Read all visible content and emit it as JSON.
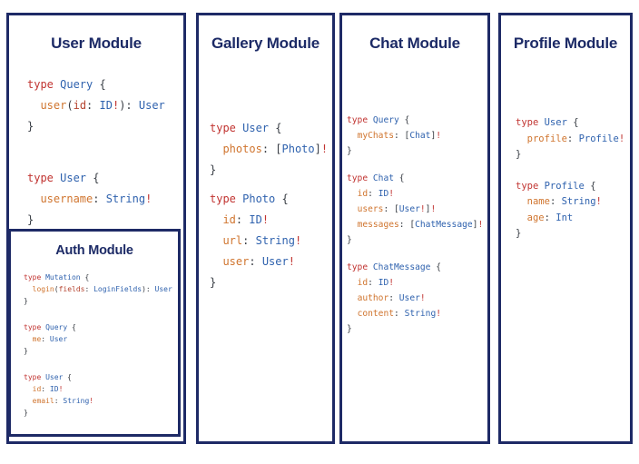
{
  "page": {
    "background": "#ffffff",
    "border_color": "#1e2a66",
    "title_color": "#1c2a66"
  },
  "syntax_colors": {
    "keyword": "#c13431",
    "type_name": "#2f62ae",
    "field_name": "#d0752f",
    "argument_name": "#b5432f",
    "punctuation": "#383d44",
    "non_null_bang": "#c13431"
  },
  "modules": [
    {
      "id": "user",
      "title": "User Module",
      "blocks": [
        [
          [
            [
              "k",
              "type "
            ],
            [
              "t",
              "Query"
            ],
            [
              "p",
              " {"
            ]
          ],
          [
            [
              "p",
              "  "
            ],
            [
              "f",
              "user"
            ],
            [
              "p",
              "("
            ],
            [
              "a",
              "id"
            ],
            [
              "p",
              ": "
            ],
            [
              "t",
              "ID"
            ],
            [
              "e",
              "!"
            ],
            [
              "p",
              "): "
            ],
            [
              "t",
              "User"
            ]
          ],
          [
            [
              "p",
              "}"
            ]
          ]
        ],
        [
          [
            [
              "k",
              "type "
            ],
            [
              "t",
              "User"
            ],
            [
              "p",
              " {"
            ]
          ],
          [
            [
              "p",
              "  "
            ],
            [
              "f",
              "username"
            ],
            [
              "p",
              ": "
            ],
            [
              "t",
              "String"
            ],
            [
              "e",
              "!"
            ]
          ],
          [
            [
              "p",
              "}"
            ]
          ]
        ]
      ]
    },
    {
      "id": "auth",
      "title": "Auth Module",
      "blocks": [
        [
          [
            [
              "k",
              "type "
            ],
            [
              "t",
              "Mutation"
            ],
            [
              "p",
              " {"
            ]
          ],
          [
            [
              "p",
              "  "
            ],
            [
              "f",
              "login"
            ],
            [
              "p",
              "("
            ],
            [
              "a",
              "fields"
            ],
            [
              "p",
              ": "
            ],
            [
              "t",
              "LoginFields"
            ],
            [
              "p",
              "): "
            ],
            [
              "t",
              "User"
            ]
          ],
          [
            [
              "p",
              "}"
            ]
          ]
        ],
        [
          [
            [
              "k",
              "type "
            ],
            [
              "t",
              "Query"
            ],
            [
              "p",
              " {"
            ]
          ],
          [
            [
              "p",
              "  "
            ],
            [
              "f",
              "me"
            ],
            [
              "p",
              ": "
            ],
            [
              "t",
              "User"
            ]
          ],
          [
            [
              "p",
              "}"
            ]
          ]
        ],
        [
          [
            [
              "k",
              "type "
            ],
            [
              "t",
              "User"
            ],
            [
              "p",
              " {"
            ]
          ],
          [
            [
              "p",
              "  "
            ],
            [
              "f",
              "id"
            ],
            [
              "p",
              ": "
            ],
            [
              "t",
              "ID"
            ],
            [
              "e",
              "!"
            ]
          ],
          [
            [
              "p",
              "  "
            ],
            [
              "f",
              "email"
            ],
            [
              "p",
              ": "
            ],
            [
              "t",
              "String"
            ],
            [
              "e",
              "!"
            ]
          ],
          [
            [
              "p",
              "}"
            ]
          ]
        ]
      ]
    },
    {
      "id": "gallery",
      "title": "Gallery Module",
      "blocks": [
        [
          [
            [
              "k",
              "type "
            ],
            [
              "t",
              "User"
            ],
            [
              "p",
              " {"
            ]
          ],
          [
            [
              "p",
              "  "
            ],
            [
              "f",
              "photos"
            ],
            [
              "p",
              ": ["
            ],
            [
              "t",
              "Photo"
            ],
            [
              "p",
              "]"
            ],
            [
              "e",
              "!"
            ]
          ],
          [
            [
              "p",
              "}"
            ]
          ]
        ],
        [
          [
            [
              "k",
              "type "
            ],
            [
              "t",
              "Photo"
            ],
            [
              "p",
              " {"
            ]
          ],
          [
            [
              "p",
              "  "
            ],
            [
              "f",
              "id"
            ],
            [
              "p",
              ": "
            ],
            [
              "t",
              "ID"
            ],
            [
              "e",
              "!"
            ]
          ],
          [
            [
              "p",
              "  "
            ],
            [
              "f",
              "url"
            ],
            [
              "p",
              ": "
            ],
            [
              "t",
              "String"
            ],
            [
              "e",
              "!"
            ]
          ],
          [
            [
              "p",
              "  "
            ],
            [
              "f",
              "user"
            ],
            [
              "p",
              ": "
            ],
            [
              "t",
              "User"
            ],
            [
              "e",
              "!"
            ]
          ],
          [
            [
              "p",
              "}"
            ]
          ]
        ]
      ]
    },
    {
      "id": "chat",
      "title": "Chat Module",
      "blocks": [
        [
          [
            [
              "k",
              "type "
            ],
            [
              "t",
              "Query"
            ],
            [
              "p",
              " {"
            ]
          ],
          [
            [
              "p",
              "  "
            ],
            [
              "f",
              "myChats"
            ],
            [
              "p",
              ": ["
            ],
            [
              "t",
              "Chat"
            ],
            [
              "p",
              "]"
            ],
            [
              "e",
              "!"
            ]
          ],
          [
            [
              "p",
              "}"
            ]
          ]
        ],
        [
          [
            [
              "k",
              "type "
            ],
            [
              "t",
              "Chat"
            ],
            [
              "p",
              " {"
            ]
          ],
          [
            [
              "p",
              "  "
            ],
            [
              "f",
              "id"
            ],
            [
              "p",
              ": "
            ],
            [
              "t",
              "ID"
            ],
            [
              "e",
              "!"
            ]
          ],
          [
            [
              "p",
              "  "
            ],
            [
              "f",
              "users"
            ],
            [
              "p",
              ": ["
            ],
            [
              "t",
              "User"
            ],
            [
              "e",
              "!"
            ],
            [
              "p",
              "]"
            ],
            [
              "e",
              "!"
            ]
          ],
          [
            [
              "p",
              "  "
            ],
            [
              "f",
              "messages"
            ],
            [
              "p",
              ": ["
            ],
            [
              "t",
              "ChatMessage"
            ],
            [
              "p",
              "]"
            ],
            [
              "e",
              "!"
            ]
          ],
          [
            [
              "p",
              "}"
            ]
          ]
        ],
        [
          [
            [
              "k",
              "type "
            ],
            [
              "t",
              "ChatMessage"
            ],
            [
              "p",
              " {"
            ]
          ],
          [
            [
              "p",
              "  "
            ],
            [
              "f",
              "id"
            ],
            [
              "p",
              ": "
            ],
            [
              "t",
              "ID"
            ],
            [
              "e",
              "!"
            ]
          ],
          [
            [
              "p",
              "  "
            ],
            [
              "f",
              "author"
            ],
            [
              "p",
              ": "
            ],
            [
              "t",
              "User"
            ],
            [
              "e",
              "!"
            ]
          ],
          [
            [
              "p",
              "  "
            ],
            [
              "f",
              "content"
            ],
            [
              "p",
              ": "
            ],
            [
              "t",
              "String"
            ],
            [
              "e",
              "!"
            ]
          ],
          [
            [
              "p",
              "}"
            ]
          ]
        ]
      ]
    },
    {
      "id": "profile",
      "title": "Profile Module",
      "blocks": [
        [
          [
            [
              "k",
              "type "
            ],
            [
              "t",
              "User"
            ],
            [
              "p",
              " {"
            ]
          ],
          [
            [
              "p",
              "  "
            ],
            [
              "f",
              "profile"
            ],
            [
              "p",
              ": "
            ],
            [
              "t",
              "Profile"
            ],
            [
              "e",
              "!"
            ]
          ],
          [
            [
              "p",
              "}"
            ]
          ]
        ],
        [
          [
            [
              "k",
              "type "
            ],
            [
              "t",
              "Profile"
            ],
            [
              "p",
              " {"
            ]
          ],
          [
            [
              "p",
              "  "
            ],
            [
              "f",
              "name"
            ],
            [
              "p",
              ": "
            ],
            [
              "t",
              "String"
            ],
            [
              "e",
              "!"
            ]
          ],
          [
            [
              "p",
              "  "
            ],
            [
              "f",
              "age"
            ],
            [
              "p",
              ": "
            ],
            [
              "t",
              "Int"
            ]
          ],
          [
            [
              "p",
              "}"
            ]
          ]
        ]
      ]
    }
  ]
}
